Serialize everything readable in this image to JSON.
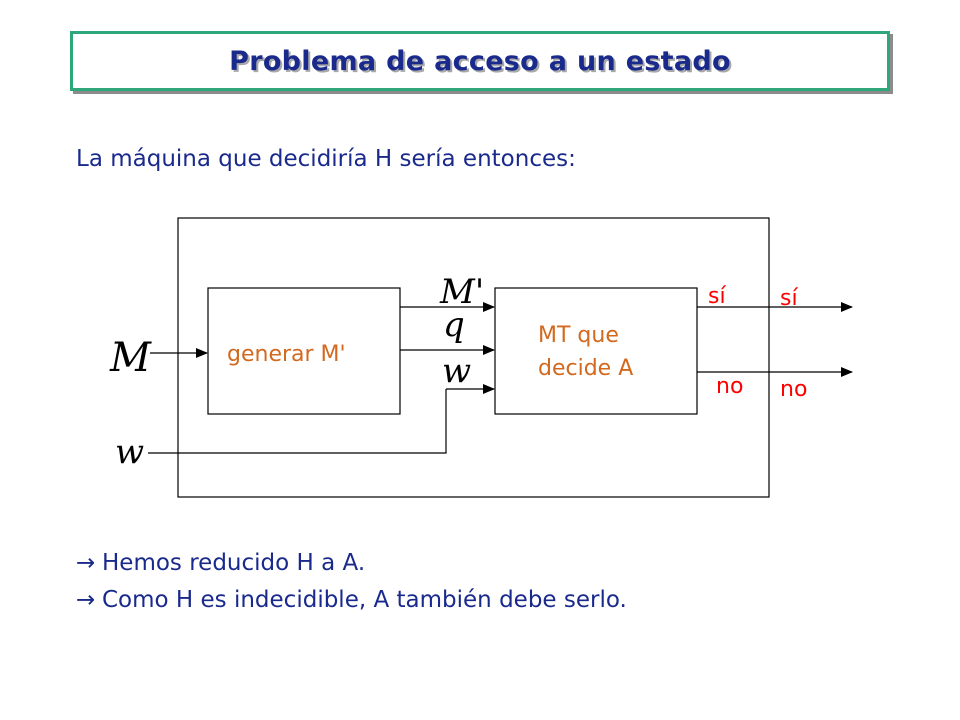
{
  "title": "Problema de acceso a un estado",
  "intro": "La máquina que decidiría H sería entonces:",
  "diagram": {
    "input_m": "M",
    "input_w": "w",
    "box_generate": "generar M'",
    "box_mt_line1": "MT que",
    "box_mt_line2": "decide A",
    "wire_m_prime": "M'",
    "wire_q": "q",
    "wire_w": "w",
    "inner_yes": "sí",
    "inner_no": "no",
    "outer_yes": "sí",
    "outer_no": "no"
  },
  "bullets": [
    {
      "arrow": "→",
      "text": "Hemos reducido H a A."
    },
    {
      "arrow": "→",
      "text": "Como H es indecidible, A también debe serlo."
    }
  ],
  "colors": {
    "title_text": "#1a2a8c",
    "title_border": "#2ea87a",
    "body_text": "#1a2a8c",
    "box_label": "#d2691e",
    "answer_text": "#ff0000",
    "lines": "#000000"
  }
}
